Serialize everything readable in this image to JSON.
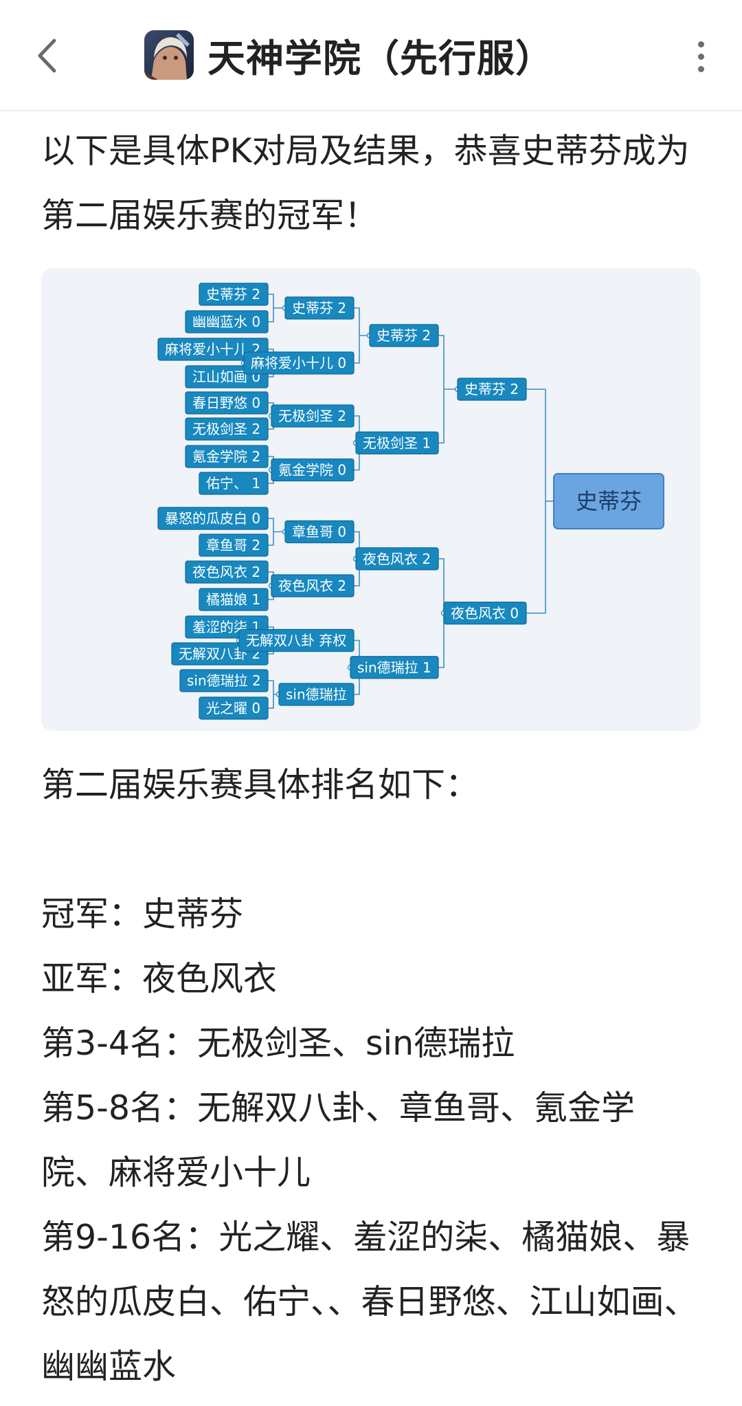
{
  "header": {
    "title": "天神学院（先行服）"
  },
  "intro": "以下是具体PK对局及结果，恭喜史蒂芬成为第二届娱乐赛的冠军！",
  "bracket": {
    "round1": [
      {
        "label": "史蒂芬 2"
      },
      {
        "label": "幽幽蓝水 0"
      },
      {
        "label": "麻将爱小十儿 2"
      },
      {
        "label": "江山如画 0"
      },
      {
        "label": "春日野悠 0"
      },
      {
        "label": "无极剑圣 2"
      },
      {
        "label": "氪金学院 2"
      },
      {
        "label": "佑宁、 1"
      },
      {
        "label": "暴怒的瓜皮白 0"
      },
      {
        "label": "章鱼哥 2"
      },
      {
        "label": "夜色风衣 2"
      },
      {
        "label": "橘猫娘 1"
      },
      {
        "label": "羞涩的柒 1"
      },
      {
        "label": "无解双八卦 2"
      },
      {
        "label": "sin德瑞拉 2"
      },
      {
        "label": "光之曜 0"
      }
    ],
    "round2": [
      {
        "label": "史蒂芬 2"
      },
      {
        "label": "麻将爱小十儿 0"
      },
      {
        "label": "无极剑圣 2"
      },
      {
        "label": "氪金学院 0"
      },
      {
        "label": "章鱼哥 0"
      },
      {
        "label": "夜色风衣 2"
      },
      {
        "label": "无解双八卦 弃权"
      },
      {
        "label": "sin德瑞拉"
      }
    ],
    "round3": [
      {
        "label": "史蒂芬 2"
      },
      {
        "label": "无极剑圣 1"
      },
      {
        "label": "夜色风衣 2"
      },
      {
        "label": "sin德瑞拉 1"
      }
    ],
    "round4": [
      {
        "label": "史蒂芬 2"
      },
      {
        "label": "夜色风衣 0"
      }
    ],
    "champion": "史蒂芬"
  },
  "ranking": {
    "heading": "第二届娱乐赛具体排名如下：",
    "items": [
      "冠军：史蒂芬",
      "亚军：夜色风衣",
      "第3-4名：无极剑圣、sin德瑞拉",
      "第5-8名：无解双八卦、章鱼哥、氪金学院、麻将爱小十儿",
      "第9-16名：光之耀、羞涩的柒、橘猫娘、暴怒的瓜皮白、佑宁、、春日野悠、江山如画、幽幽蓝水"
    ]
  },
  "colors": {
    "node": "#1888bf",
    "champion": "#6aa5e1",
    "card_bg": "#f0f3f8"
  },
  "icons": {
    "back": "chevron-left-icon",
    "more": "more-vertical-icon",
    "app": "app-avatar-icon"
  }
}
